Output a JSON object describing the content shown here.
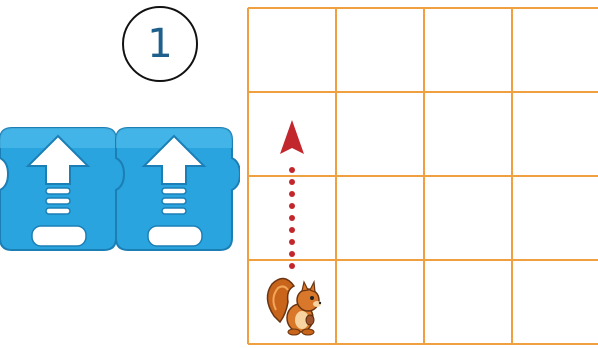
{
  "step_number": "1",
  "colors": {
    "grid_line": "#f0a040",
    "block_fill": "#2aa4df",
    "block_fill_dark": "#1d8cc4",
    "block_stroke": "#1b7fb5",
    "arrow_path": "#c1272d",
    "badge_text": "#1f5f8b"
  },
  "program_blocks": [
    {
      "icon": "move-up-arrow-icon",
      "value": ""
    },
    {
      "icon": "move-up-arrow-icon",
      "value": ""
    }
  ],
  "grid": {
    "columns": 4,
    "rows": 4,
    "character": "squirrel-icon",
    "character_cell": {
      "col": 1,
      "row": 4
    },
    "path_direction": "up",
    "path_steps": 2
  }
}
